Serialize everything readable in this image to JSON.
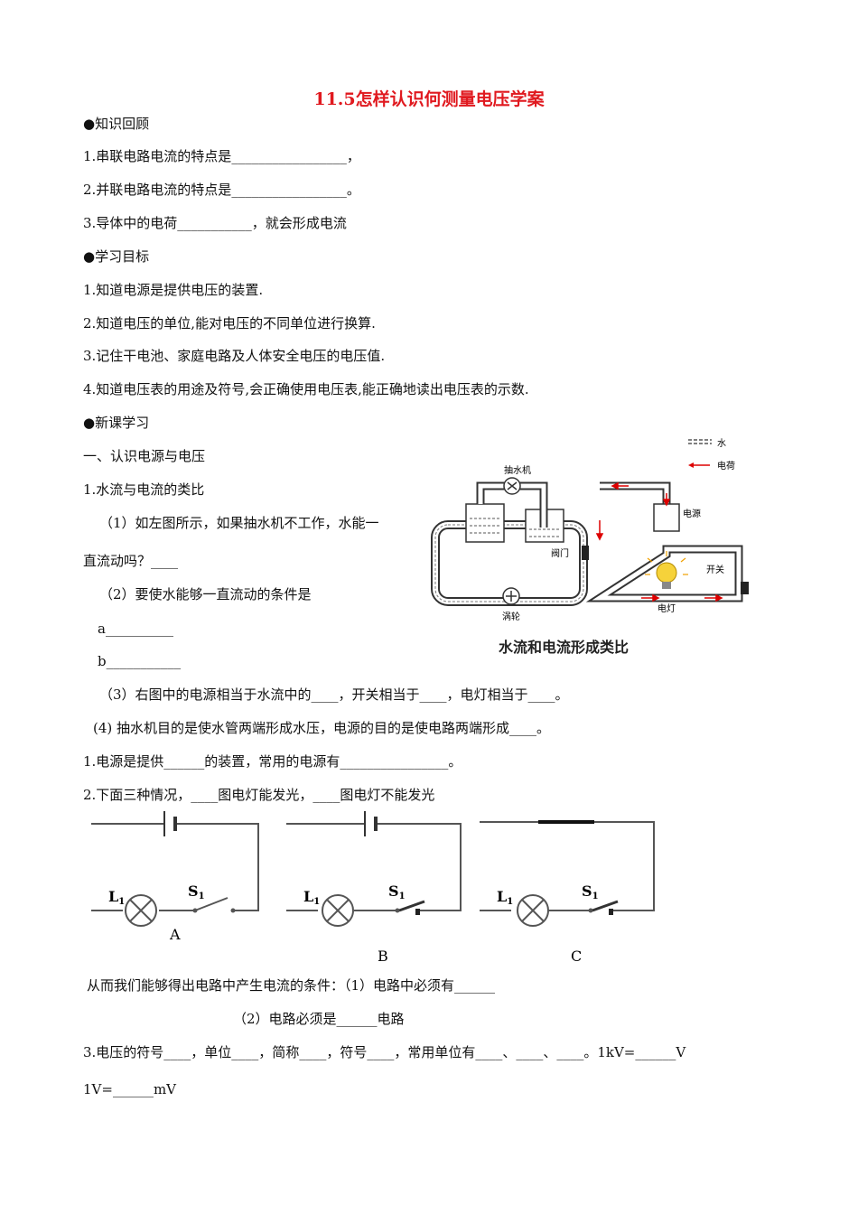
{
  "title": "11.5怎样认识何测量电压学案",
  "sections": {
    "review": {
      "heading": "●知识回顾",
      "lines": [
        "1.串联电路电流的特点是_________________，",
        "2.并联电路电流的特点是_________________。",
        "3.导体中的电荷___________，就会形成电流"
      ]
    },
    "goals": {
      "heading": "●学习目标",
      "lines": [
        "1.知道电源是提供电压的装置.",
        "2.知道电压的单位,能对电压的不同单位进行换算.",
        "3.记住干电池、家庭电路及人体安全电压的电压值.",
        "4.知道电压表的用途及符号,会正确使用电压表,能正确地读出电压表的示数."
      ]
    },
    "new": {
      "heading": "●新课学习",
      "sub1": "一、认识电源与电压",
      "item1": "1.水流与电流的类比",
      "q1a": "（1）如左图所示，如果抽水机不工作，水能一",
      "q1b": "直流动吗？____",
      "q2": "（2）要使水能够一直流动的条件是",
      "qa": "a__________",
      "qb": "b___________",
      "q3": "（3）右图中的电源相当于水流中的____，开关相当于____，电灯相当于____。",
      "q4": "(4) 抽水机目的是使水管两端形成水压，电源的目的是使电路两端形成____。",
      "p1": "1.电源是提供______的装置，常用的电源有________________。",
      "p2": "2.下面三种情况，____图电灯能发光，____图电灯不能发光",
      "c1": "从而我们能够得出电路中产生电流的条件：（1）电路中必须有______",
      "c2": "（2）电路必须是______电路",
      "p3": "3.电压的符号____，单位____，简称____，符号____，常用单位有____、____、____。1kV=______V",
      "p4": "1V=______mV"
    }
  },
  "analogy_figure": {
    "legend_water": "水",
    "legend_charge": "电荷",
    "pump": "抽水机",
    "valve": "阀门",
    "turbine": "涡轮",
    "power": "电源",
    "switch": "开关",
    "lamp": "电灯",
    "caption": "水流和电流形成类比"
  },
  "circuits": {
    "lamp_label": "L",
    "lamp_sub": "1",
    "switch_label": "S",
    "switch_sub": "1",
    "labels": [
      "A",
      "B",
      "C"
    ]
  }
}
